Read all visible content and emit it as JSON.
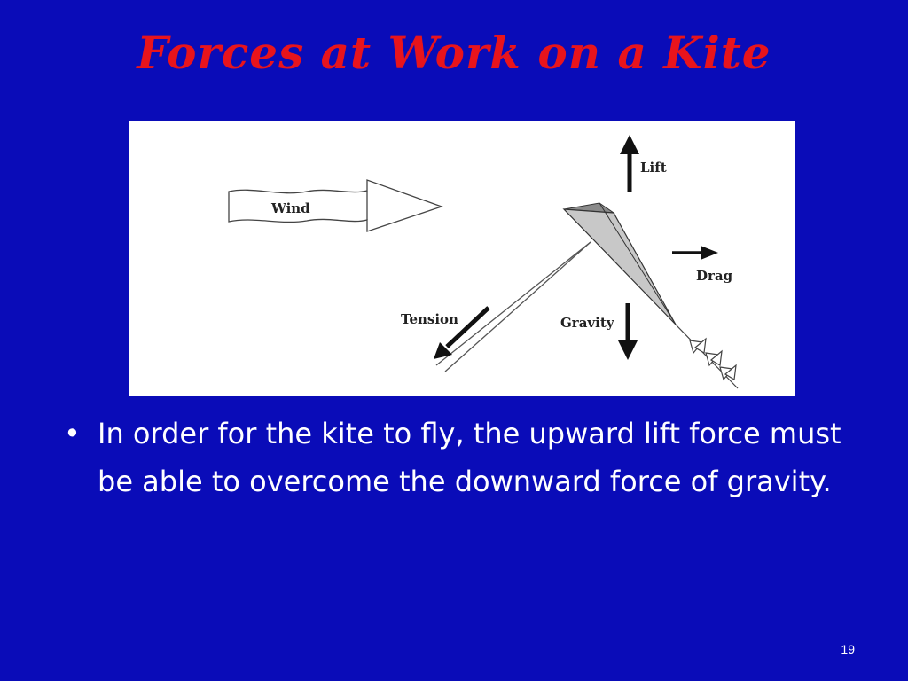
{
  "slide": {
    "title": "Forces at Work on a Kite",
    "bullets": [
      "In order for the kite to fly, the upward lift force must be able to overcome the downward force of gravity."
    ],
    "bullet_glyph": "•",
    "slide_number": "19"
  },
  "diagram": {
    "labels": {
      "wind": "Wind",
      "lift": "Lift",
      "drag": "Drag",
      "tension": "Tension",
      "gravity": "Gravity"
    }
  },
  "colors": {
    "background": "#0A0CB8",
    "title": "#E8141C",
    "text": "#FFFFFF"
  }
}
